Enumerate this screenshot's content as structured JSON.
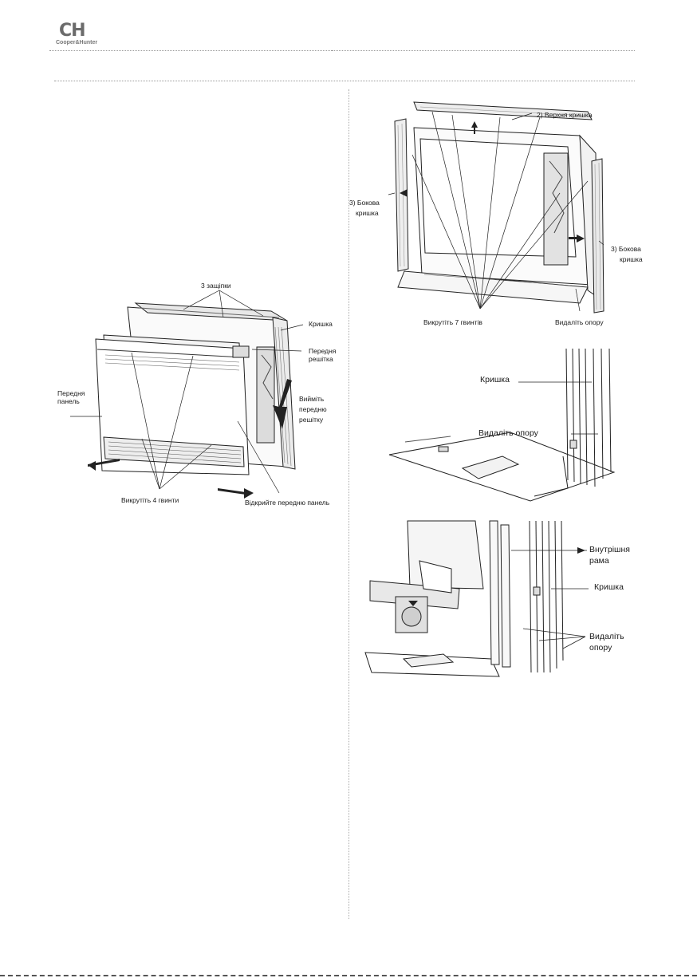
{
  "header": {
    "logo_mark": "CH",
    "logo_brand": "Cooper&Hunter"
  },
  "figure1": {
    "label_latches": "3 защіпки",
    "label_cover": "Кришка",
    "label_front_grille_1": "Передня",
    "label_front_grille_2": "решітка",
    "label_front_panel_1": "Передня",
    "label_front_panel_2": "панель",
    "label_remove_1": "Вийміть",
    "label_remove_2": "передню",
    "label_remove_3": "решітку",
    "label_screws": "Викрутіть 4 гвинти",
    "label_open_panel": "Відкрийте передню панель"
  },
  "figure2": {
    "label_top_cover": "2) Верхня кришка",
    "label_side_left_1": "3) Бокова",
    "label_side_left_2": "кришка",
    "label_side_right_1": "3) Бокова",
    "label_side_right_2": "кришка",
    "label_screws": "Викрутіть 7 гвинтів",
    "label_remove_support": "Видаліть опору"
  },
  "figure3": {
    "label_cover": "Кришка",
    "label_remove_support": "Видаліть опору"
  },
  "figure4": {
    "label_inner_frame_1": "Внутрішня",
    "label_inner_frame_2": "рама",
    "label_cover": "Кришка",
    "label_remove_1": "Видаліть",
    "label_remove_2": "опору"
  }
}
